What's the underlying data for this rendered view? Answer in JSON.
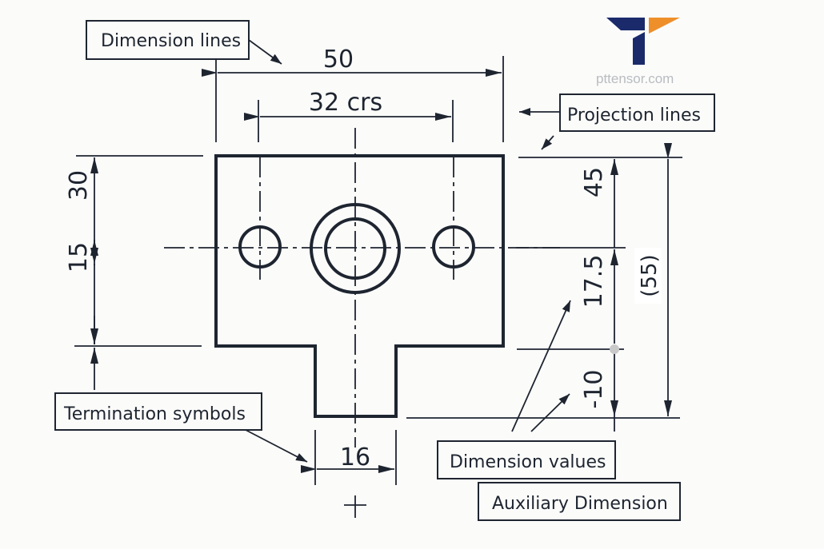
{
  "logo": {
    "text": "pttensor.com",
    "colors": {
      "primary": "#1b2a6b",
      "accent": "#ef8f2a"
    }
  },
  "dimensions": {
    "overall_width": "50",
    "hole_centres": "32 crs",
    "tab_width": "16",
    "left_upper": "30",
    "left_lower": "15",
    "right_upper": "45",
    "right_middle": "17.5",
    "right_lower": "-10",
    "auxiliary": "(55)"
  },
  "labels": {
    "dimension_lines": "Dimension lines",
    "projection_lines": "Projection lines",
    "termination_symbols": "Termination symbols",
    "dimension_values": "Dimension values",
    "auxiliary_dimension": "Auxiliary Dimension"
  },
  "colors": {
    "ink": "#1e2530",
    "background": "#fbfbfa"
  }
}
